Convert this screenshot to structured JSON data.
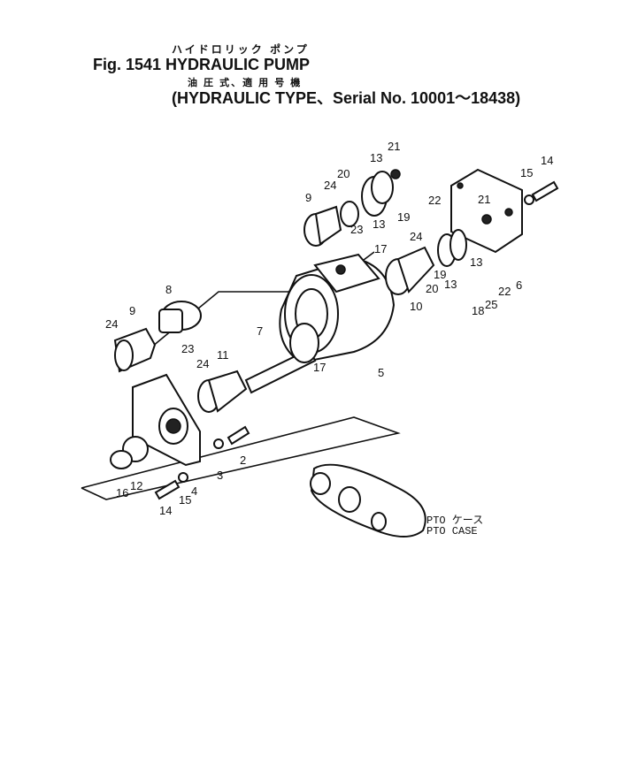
{
  "header": {
    "jp_title": "ハイドロリック ポンプ",
    "fig_title": "Fig. 1541  HYDRAULIC PUMP",
    "jp_subtitle": "油 圧 式、適 用 号 機",
    "subtitle": "(HYDRAULIC TYPE、Serial No. 10001～18438)"
  },
  "pto_label_jp": "PTO ケース",
  "pto_label": "PTO CASE",
  "callouts": [
    {
      "id": "c21a",
      "text": "21"
    },
    {
      "id": "c13a",
      "text": "13"
    },
    {
      "id": "c20a",
      "text": "20"
    },
    {
      "id": "c24a",
      "text": "24"
    },
    {
      "id": "c9a",
      "text": "9"
    },
    {
      "id": "c13b",
      "text": "13"
    },
    {
      "id": "c19a",
      "text": "19"
    },
    {
      "id": "c23a",
      "text": "23"
    },
    {
      "id": "c17a",
      "text": "17"
    },
    {
      "id": "c22a",
      "text": "22"
    },
    {
      "id": "c21b",
      "text": "21"
    },
    {
      "id": "c15a",
      "text": "15"
    },
    {
      "id": "c14a",
      "text": "14"
    },
    {
      "id": "c24b",
      "text": "24"
    },
    {
      "id": "c13c",
      "text": "13"
    },
    {
      "id": "c19b",
      "text": "19"
    },
    {
      "id": "c20b",
      "text": "20"
    },
    {
      "id": "c13d",
      "text": "13"
    },
    {
      "id": "c22b",
      "text": "22"
    },
    {
      "id": "c6",
      "text": "6"
    },
    {
      "id": "c10",
      "text": "10"
    },
    {
      "id": "c18",
      "text": "18"
    },
    {
      "id": "c25",
      "text": "25"
    },
    {
      "id": "c8",
      "text": "8"
    },
    {
      "id": "c9b",
      "text": "9"
    },
    {
      "id": "c24c",
      "text": "24"
    },
    {
      "id": "c7",
      "text": "7"
    },
    {
      "id": "c23b",
      "text": "23"
    },
    {
      "id": "c24d",
      "text": "24"
    },
    {
      "id": "c11",
      "text": "11"
    },
    {
      "id": "c17b",
      "text": "17"
    },
    {
      "id": "c5",
      "text": "5"
    },
    {
      "id": "c16",
      "text": "16"
    },
    {
      "id": "c12",
      "text": "12"
    },
    {
      "id": "c14b",
      "text": "14"
    },
    {
      "id": "c15b",
      "text": "15"
    },
    {
      "id": "c4",
      "text": "4"
    },
    {
      "id": "c3",
      "text": "3"
    },
    {
      "id": "c2",
      "text": "2"
    }
  ]
}
